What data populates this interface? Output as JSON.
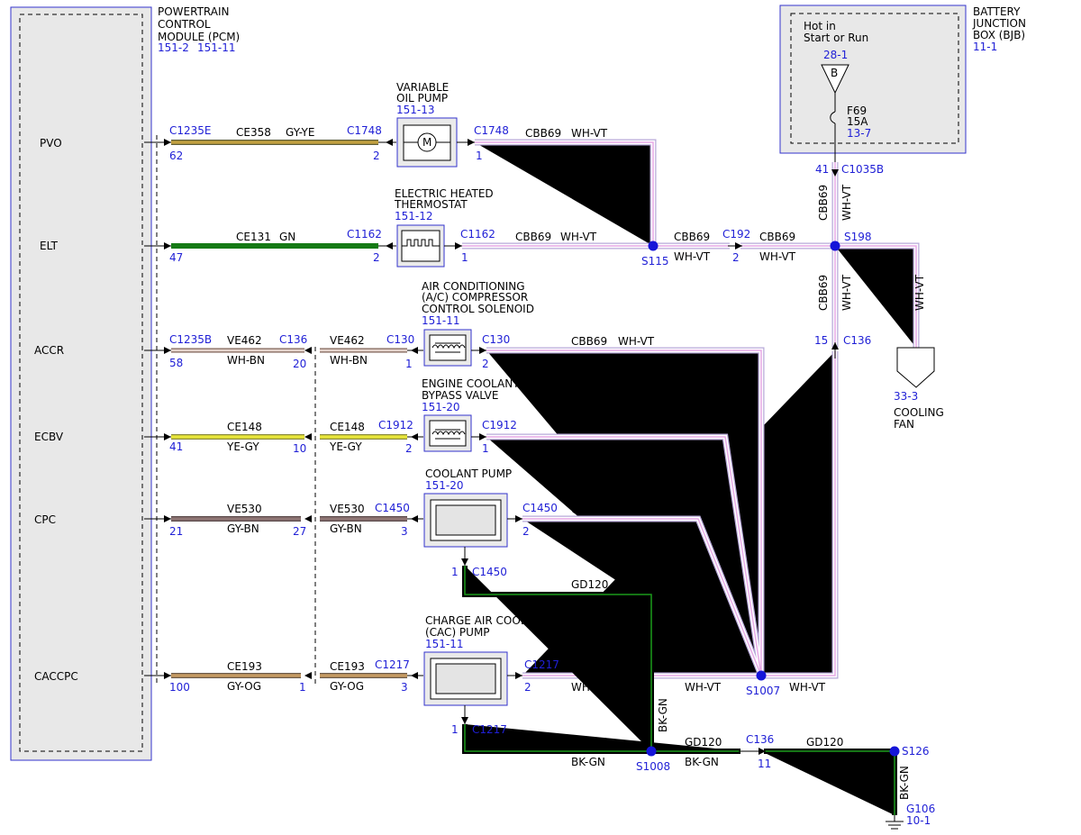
{
  "modules": {
    "pcm": {
      "l1": "POWERTRAIN",
      "l2": "CONTROL",
      "l3": "MODULE (PCM)",
      "ref1": "151-2",
      "ref2": "151-11"
    },
    "bjb": {
      "l1": "BATTERY",
      "l2": "JUNCTION",
      "l3": "BOX (BJB)",
      "ref": "11-1",
      "hot1": "Hot in",
      "hot2": "Start or Run",
      "bref": "28-1",
      "bus": "B",
      "fuse": "F69",
      "amp": "15A",
      "fref": "13-7"
    }
  },
  "pins": {
    "pvo": "PVO",
    "elt": "ELT",
    "accr": "ACCR",
    "ecbv": "ECBV",
    "cpc": "CPC",
    "caccpc": "CACCPC"
  },
  "components": {
    "vop": {
      "l1": "VARIABLE",
      "l2": "OIL PUMP",
      "ref": "151-13",
      "motor": "M"
    },
    "eht": {
      "l1": "ELECTRIC HEATED",
      "l2": "THERMOSTAT",
      "ref": "151-12"
    },
    "ac": {
      "l1": "AIR CONDITIONING",
      "l2": "(A/C) COMPRESSOR",
      "l3": "CONTROL SOLENOID",
      "ref": "151-11"
    },
    "ecb": {
      "l1": "ENGINE COOLANT",
      "l2": "BYPASS VALVE",
      "ref": "151-20"
    },
    "cp": {
      "l1": "COOLANT PUMP",
      "ref": "151-20"
    },
    "cac": {
      "l1": "CHARGE AIR COOLER",
      "l2": "(CAC) PUMP",
      "ref": "151-11"
    },
    "fan": {
      "ref": "33-3",
      "l1": "COOLING",
      "l2": "FAN"
    },
    "ground": {
      "name": "G106",
      "ref": "10-1"
    }
  },
  "connectors": {
    "c1235e": "C1235E",
    "c1235b": "C1235B",
    "c1748": "C1748",
    "c1162": "C1162",
    "c136": "C136",
    "c130": "C130",
    "c1912": "C1912",
    "c1450": "C1450",
    "c1217": "C1217",
    "c1035b": "C1035B",
    "c192": "C192"
  },
  "pin_numbers": {
    "p62": "62",
    "p47": "47",
    "p58": "58",
    "p41": "41",
    "p21": "21",
    "p100": "100",
    "p2": "2",
    "p1": "1",
    "p20": "20",
    "p10": "10",
    "p27": "27",
    "p3": "3",
    "p15": "15",
    "p11": "11"
  },
  "splices": {
    "s115": "S115",
    "s198": "S198",
    "s1007": "S1007",
    "s1008": "S1008",
    "s126": "S126"
  },
  "circuits": {
    "ce358": "CE358",
    "ce131": "CE131",
    "ve462": "VE462",
    "ce148": "CE148",
    "ve530": "VE530",
    "ce193": "CE193",
    "cbb69": "CBB69",
    "gd120": "GD120"
  },
  "wire_colors": {
    "gy_ye": "GY-YE",
    "gn": "GN",
    "wh_bn": "WH-BN",
    "ye_gy": "YE-GY",
    "gy_bn": "GY-BN",
    "gy_og": "GY-OG",
    "wh_vt": "WH-VT",
    "bk_gn": "BK-GN"
  },
  "colors": {
    "gy_ye": "#c2a040",
    "gn": "#157a15",
    "wh_bn": "#c9a79a",
    "ye_gy": "#e8e63a",
    "gy_bn": "#8e7574",
    "gy_og": "#c59a62",
    "wh_vt": "#e6a9e6",
    "bk_gn": "#000000",
    "ref_text": "#1f1fd6",
    "splice": "#1515d8"
  },
  "icons": {
    "motor": "motor-icon",
    "heater": "heater-icon",
    "solenoid": "solenoid-coil-icon",
    "fuse": "fuse-icon",
    "ground": "ground-icon"
  }
}
